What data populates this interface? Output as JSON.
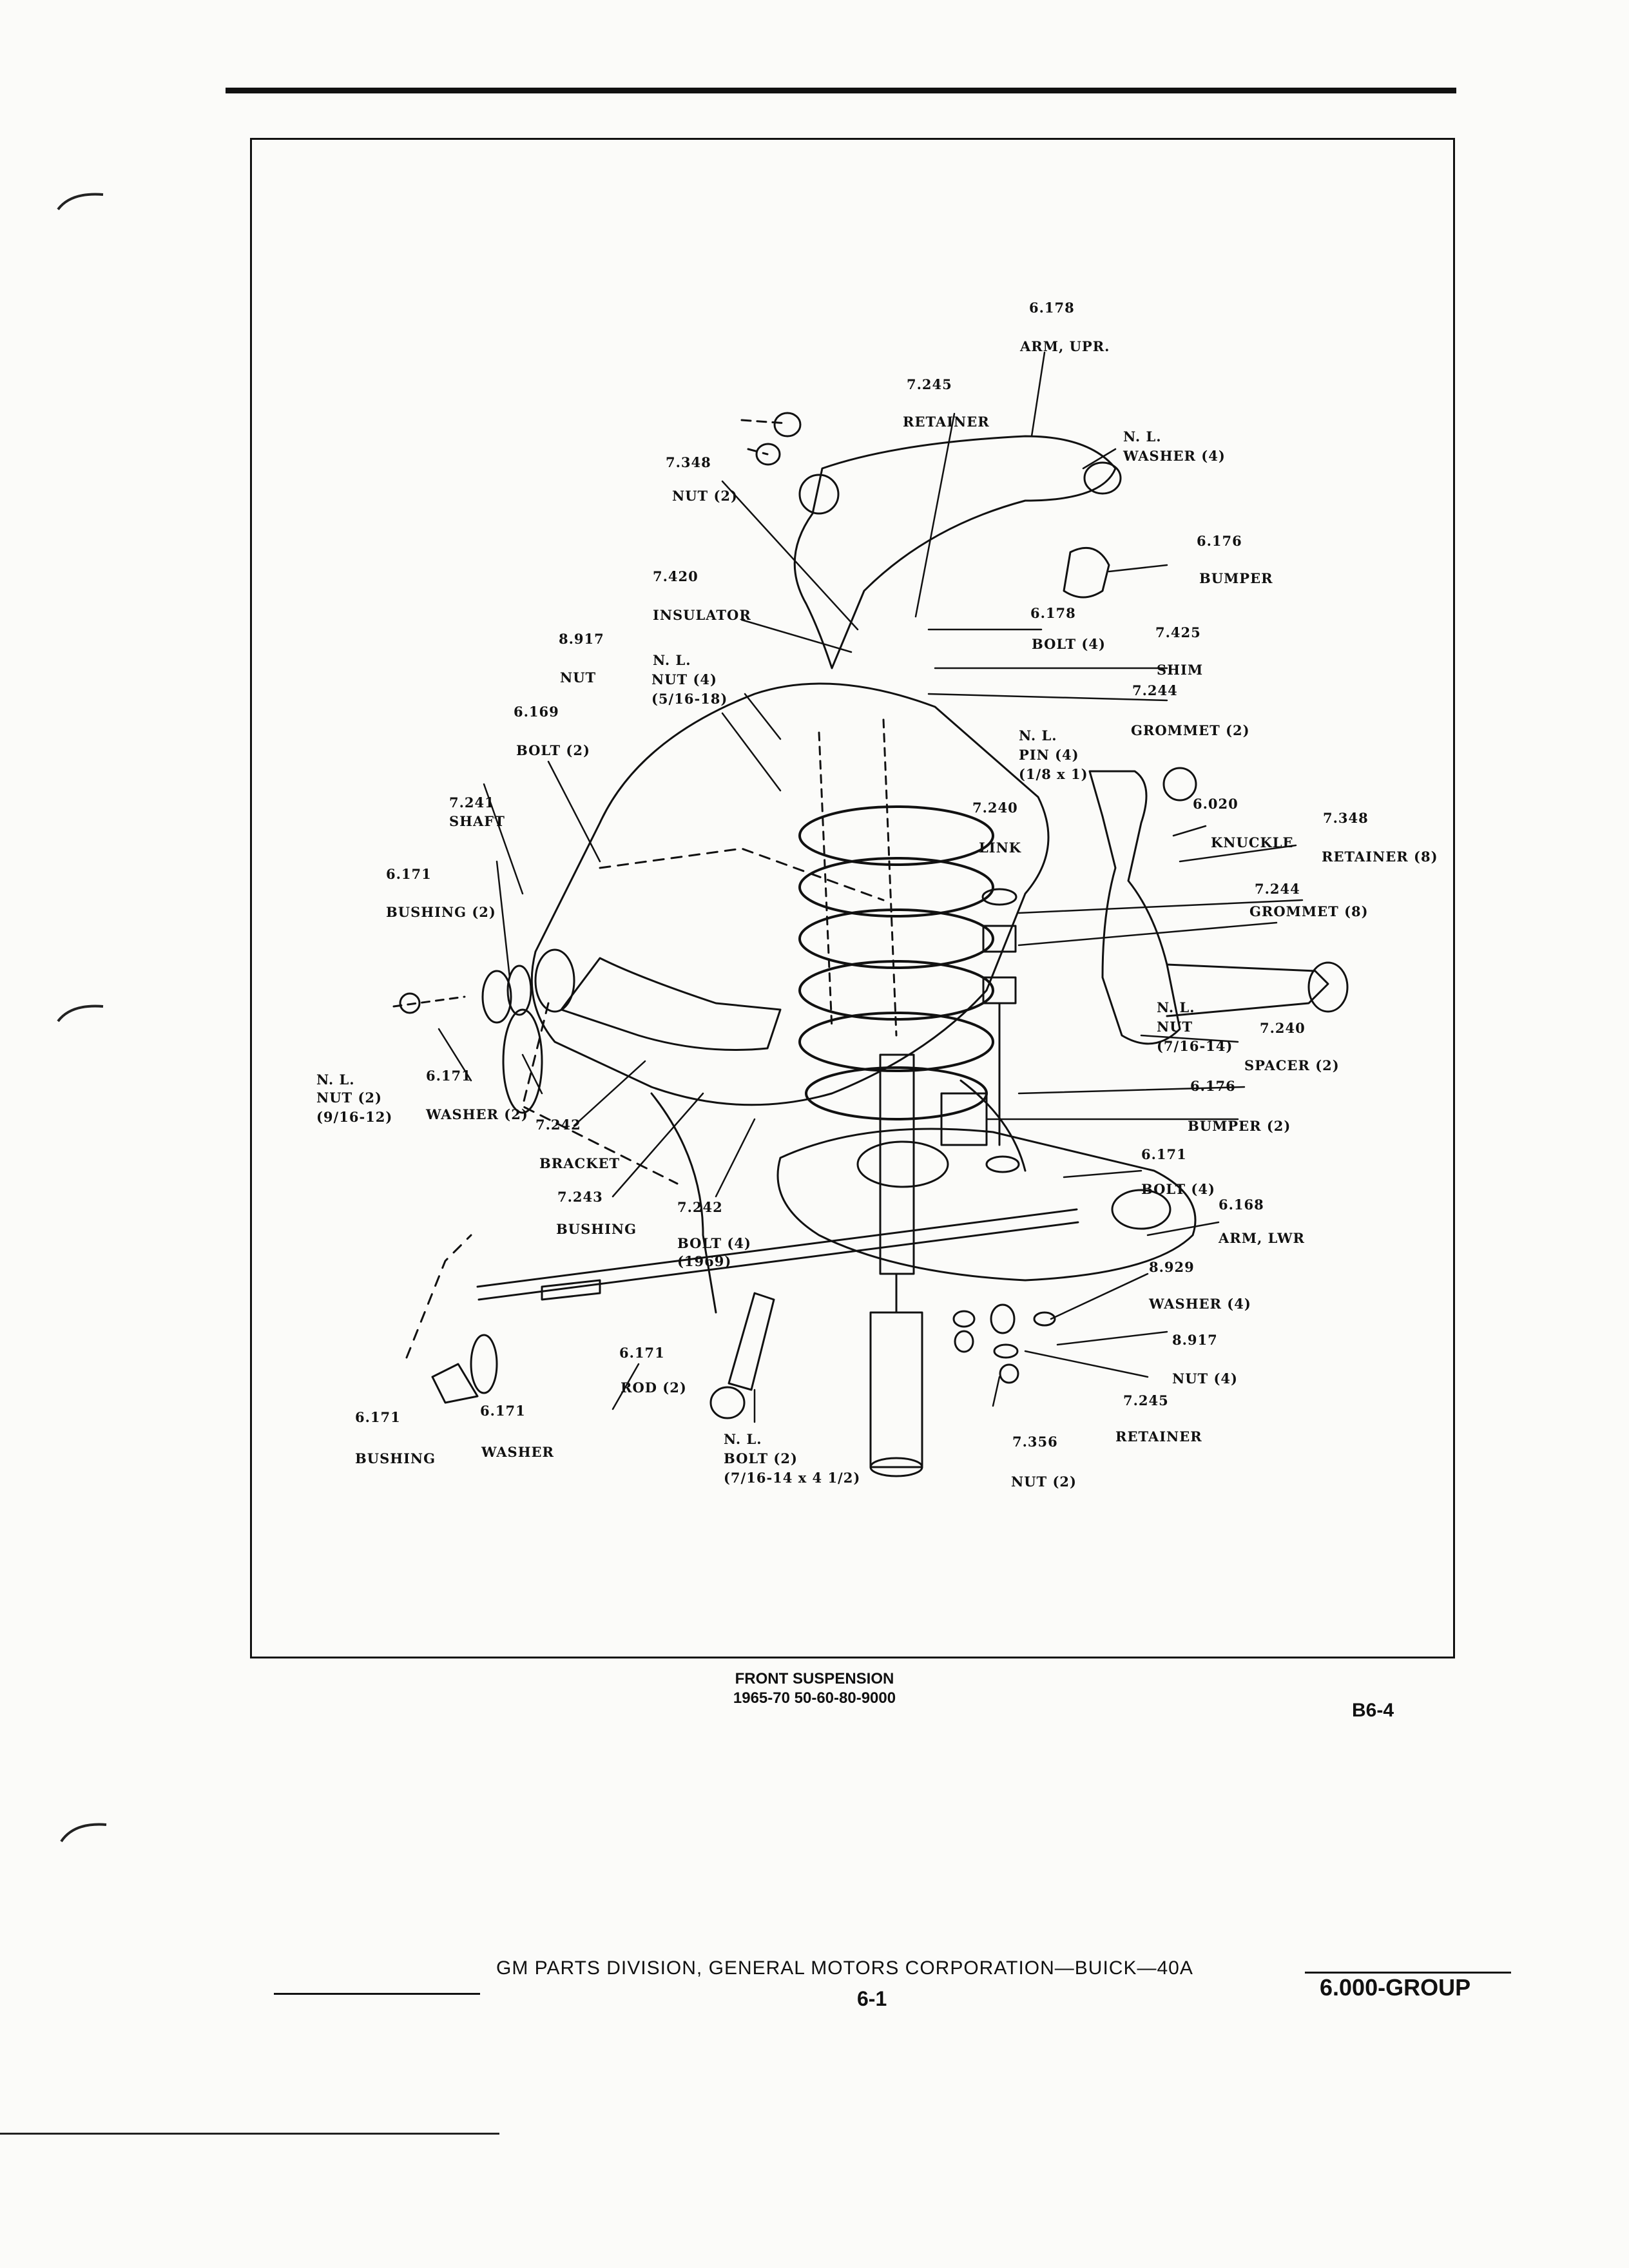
{
  "labels": [
    {
      "text": "6.178"
    },
    {
      "text": "ARM, UPR."
    },
    {
      "text": "7.245"
    },
    {
      "text": "RETAINER"
    },
    {
      "text": "N. L."
    },
    {
      "text": "WASHER (4)"
    },
    {
      "text": "7.348"
    },
    {
      "text": "NUT (2)"
    },
    {
      "text": "6.176"
    },
    {
      "text": "BUMPER"
    },
    {
      "text": "7.420"
    },
    {
      "text": "INSULATOR"
    },
    {
      "text": "6.178"
    },
    {
      "text": "BOLT (4)"
    },
    {
      "text": "7.425"
    },
    {
      "text": "SHIM"
    },
    {
      "text": "7.244"
    },
    {
      "text": "GROMMET (2)"
    },
    {
      "text": "8.917"
    },
    {
      "text": "NUT"
    },
    {
      "text": "N. L."
    },
    {
      "text": "NUT (4)"
    },
    {
      "text": "(5/16-18)"
    },
    {
      "text": "6.169"
    },
    {
      "text": "BOLT (2)"
    },
    {
      "text": "N. L."
    },
    {
      "text": "PIN (4)"
    },
    {
      "text": "(1/8 x 1)"
    },
    {
      "text": "6.020"
    },
    {
      "text": "KNUCKLE"
    },
    {
      "text": "7.348"
    },
    {
      "text": "RETAINER (8)"
    },
    {
      "text": "7.241"
    },
    {
      "text": "SHAFT"
    },
    {
      "text": "7.240"
    },
    {
      "text": "LINK"
    },
    {
      "text": "7.244"
    },
    {
      "text": "GROMMET (8)"
    },
    {
      "text": "6.171"
    },
    {
      "text": "BUSHING (2)"
    },
    {
      "text": "N. L."
    },
    {
      "text": "NUT"
    },
    {
      "text": "(7/16-14)"
    },
    {
      "text": "7.240"
    },
    {
      "text": "SPACER (2)"
    },
    {
      "text": "6.176"
    },
    {
      "text": "N. L."
    },
    {
      "text": "NUT (2)"
    },
    {
      "text": "(9/16-12)"
    },
    {
      "text": "6.171"
    },
    {
      "text": "WASHER (2)"
    },
    {
      "text": "7.242"
    },
    {
      "text": "BUMPER (2)"
    },
    {
      "text": "BRACKET"
    },
    {
      "text": "6.171"
    },
    {
      "text": "BOLT (4)"
    },
    {
      "text": "7.243"
    },
    {
      "text": "BUSHING"
    },
    {
      "text": "7.242"
    },
    {
      "text": "6.168"
    },
    {
      "text": "ARM, LWR"
    },
    {
      "text": "BOLT (4)"
    },
    {
      "text": "(1969)"
    },
    {
      "text": "8.929"
    },
    {
      "text": "WASHER (4)"
    },
    {
      "text": "8.917"
    },
    {
      "text": "6.171"
    },
    {
      "text": "NUT (4)"
    },
    {
      "text": "ROD (2)"
    },
    {
      "text": "7.245"
    },
    {
      "text": "6.171"
    },
    {
      "text": "6.171"
    },
    {
      "text": "RETAINER"
    },
    {
      "text": "N. L."
    },
    {
      "text": "7.356"
    },
    {
      "text": "BUSHING"
    },
    {
      "text": "WASHER"
    },
    {
      "text": "BOLT (2)"
    },
    {
      "text": "(7/16-14 x 4 1/2)"
    },
    {
      "text": "NUT (2)"
    }
  ],
  "caption": {
    "title": "FRONT SUSPENSION",
    "subtitle": "1965-70 50-60-80-9000"
  },
  "plate_id": "B6-4",
  "footer": {
    "publisher": "GM PARTS DIVISION, GENERAL MOTORS CORPORATION—BUICK—40A",
    "page": "6-1",
    "group": "6.000-GROUP"
  }
}
